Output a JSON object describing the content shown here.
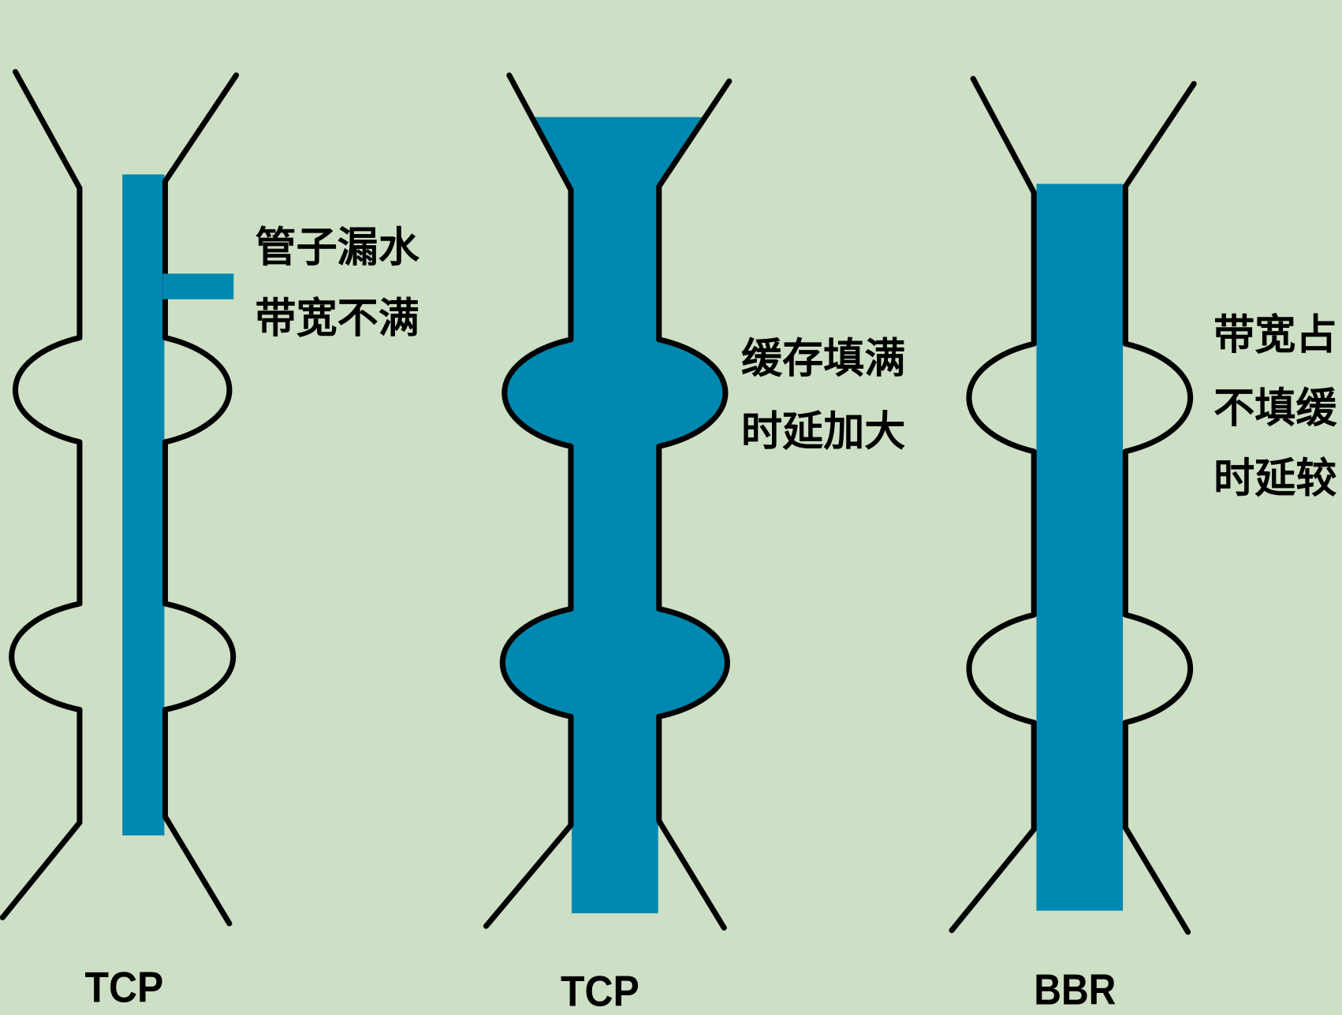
{
  "colors": {
    "background": "#cddfc4",
    "flow": "#0088b0",
    "outline": "#000000"
  },
  "pipes": [
    {
      "label": "TCP",
      "notes": [
        "管子漏水",
        "带宽不满"
      ]
    },
    {
      "label": "TCP",
      "notes": [
        "缓存填满",
        "时延加大"
      ]
    },
    {
      "label": "BBR",
      "notes": [
        "带宽占",
        "不填缓",
        "时延较"
      ]
    }
  ]
}
